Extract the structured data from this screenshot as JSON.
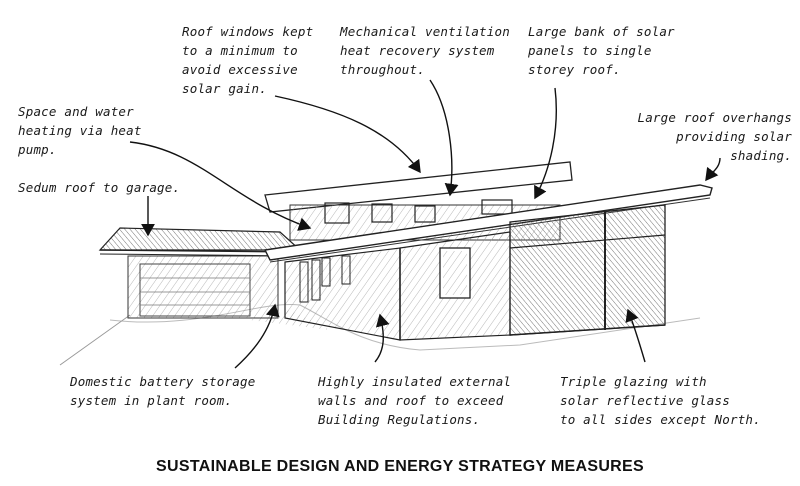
{
  "annotations": {
    "roof_windows": "Roof windows kept\nto a minimum to\navoid excessive\nsolar gain.",
    "ventilation": "Mechanical ventilation\nheat recovery system\nthroughout.",
    "solar_panels": "Large bank of solar\npanels to single\nstorey roof.",
    "heat_pump": "Space and water\nheating via heat\npump.",
    "overhangs": "Large roof overhangs\nproviding solar\nshading.",
    "sedum": "Sedum roof to garage.",
    "battery": "Domestic battery storage\nsystem in plant room.",
    "insulation": "Highly insulated external\nwalls and roof to exceed\nBuilding Regulations.",
    "glazing": "Triple glazing with\nsolar reflective glass\nto all sides except North."
  },
  "caption": "SUSTAINABLE DESIGN AND ENERGY STRATEGY MEASURES"
}
